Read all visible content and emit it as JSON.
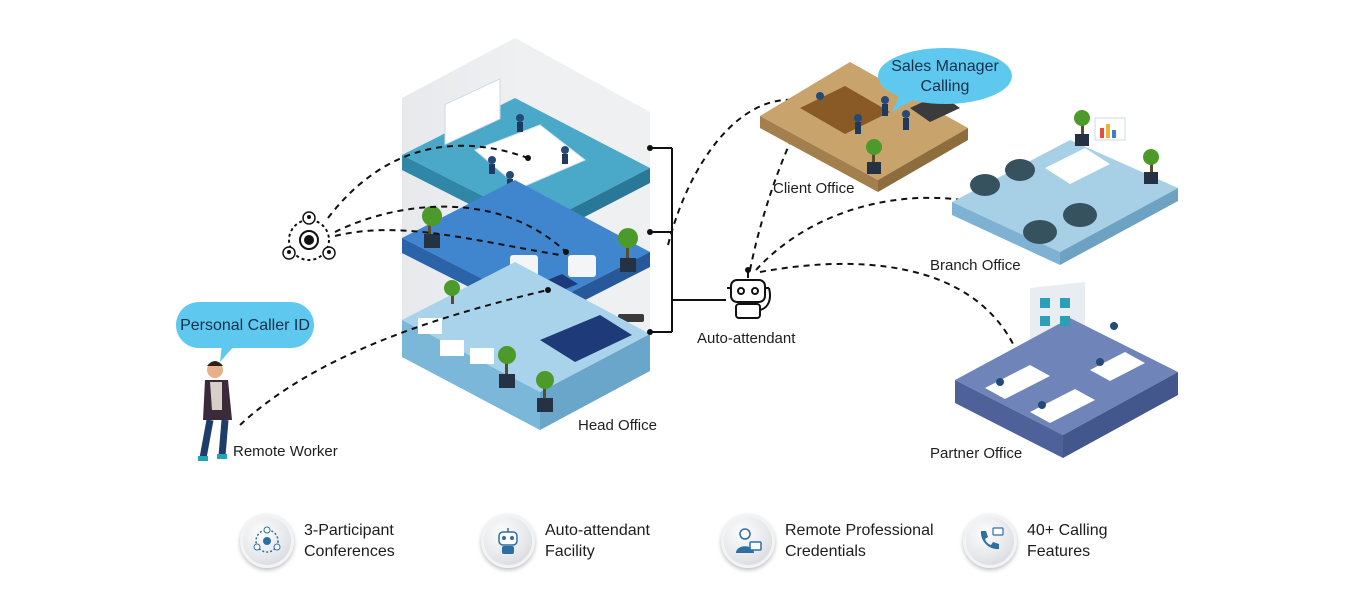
{
  "labels": {
    "head_office": "Head Office",
    "client_office": "Client Office",
    "branch_office": "Branch Office",
    "partner_office": "Partner Office",
    "remote_worker": "Remote Worker",
    "auto_attendant": "Auto-attendant"
  },
  "bubbles": {
    "personal_caller_id": "Personal Caller ID",
    "sales_manager_line1": "Sales Manager",
    "sales_manager_line2": "Calling"
  },
  "features": [
    {
      "line1": "3-Participant",
      "line2": "Conferences",
      "icon": "conference-icon"
    },
    {
      "line1": "Auto-attendant",
      "line2": "Facility",
      "icon": "robot-icon"
    },
    {
      "line1": "Remote Professional",
      "line2": "Credentials",
      "icon": "professional-icon"
    },
    {
      "line1": "40+ Calling",
      "line2": "Features",
      "icon": "phone-call-icon"
    }
  ],
  "colors": {
    "floor_top": "#4aa9c9",
    "floor_mid": "#3f86cf",
    "floor_low": "#a9d3ea",
    "client_floor": "#c9a36c",
    "branch_floor": "#a7cfe6",
    "partner_floor": "#6f84b8",
    "bubble": "#5fc8ef"
  }
}
